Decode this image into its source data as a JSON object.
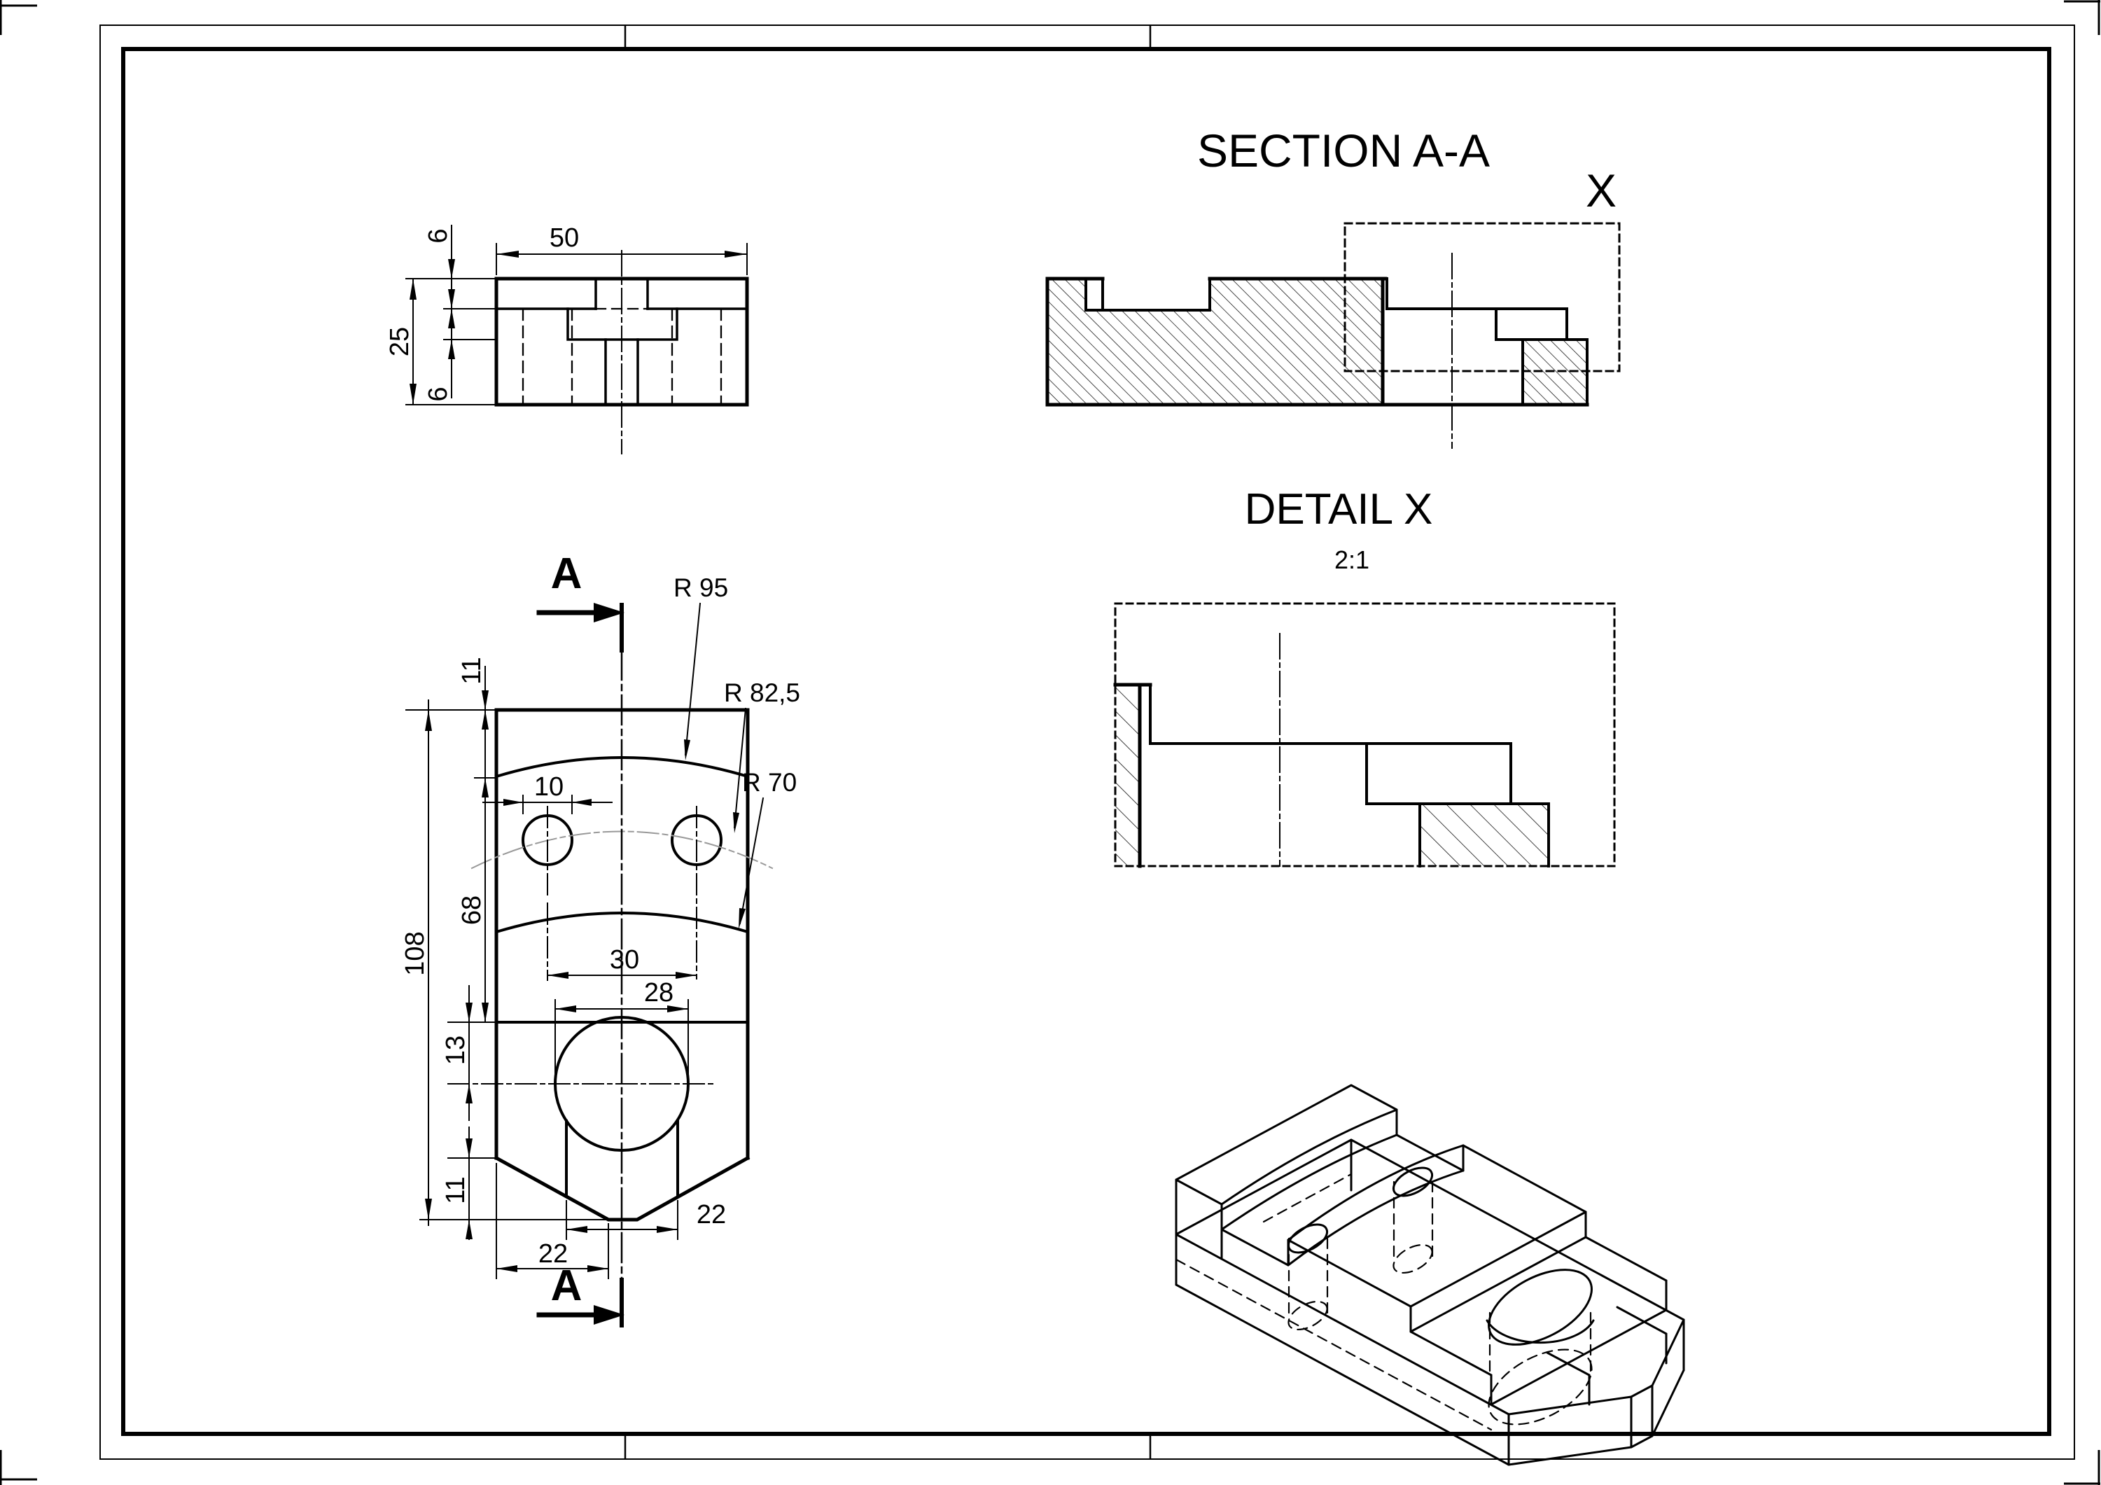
{
  "page": {
    "background": "#ffffff",
    "line_color": "#000000",
    "pitch_arc_color": "#999999"
  },
  "front_view": {
    "dim_width": "50",
    "dim_height": "25",
    "dim_band": "6",
    "dim_recess": "6"
  },
  "plan_view": {
    "cut_label_top": "A",
    "cut_label_bottom": "A",
    "radius_outer": "R 95",
    "radius_pitch": "R 82,5",
    "radius_inner": "R 70",
    "dim_offset_top": "11",
    "dim_hole_dia": "10",
    "dim_hole_span": "30",
    "dim_arc_zone": "68",
    "dim_total_len": "108",
    "dim_bore_dia": "28",
    "dim_bore_offset": "13",
    "dim_chamfer": "11",
    "dim_slot_width": "22",
    "dim_corner": "22"
  },
  "section_view": {
    "title": "SECTION A-A",
    "detail_marker": "X"
  },
  "detail_view": {
    "title": "DETAIL X",
    "scale": "2:1"
  }
}
